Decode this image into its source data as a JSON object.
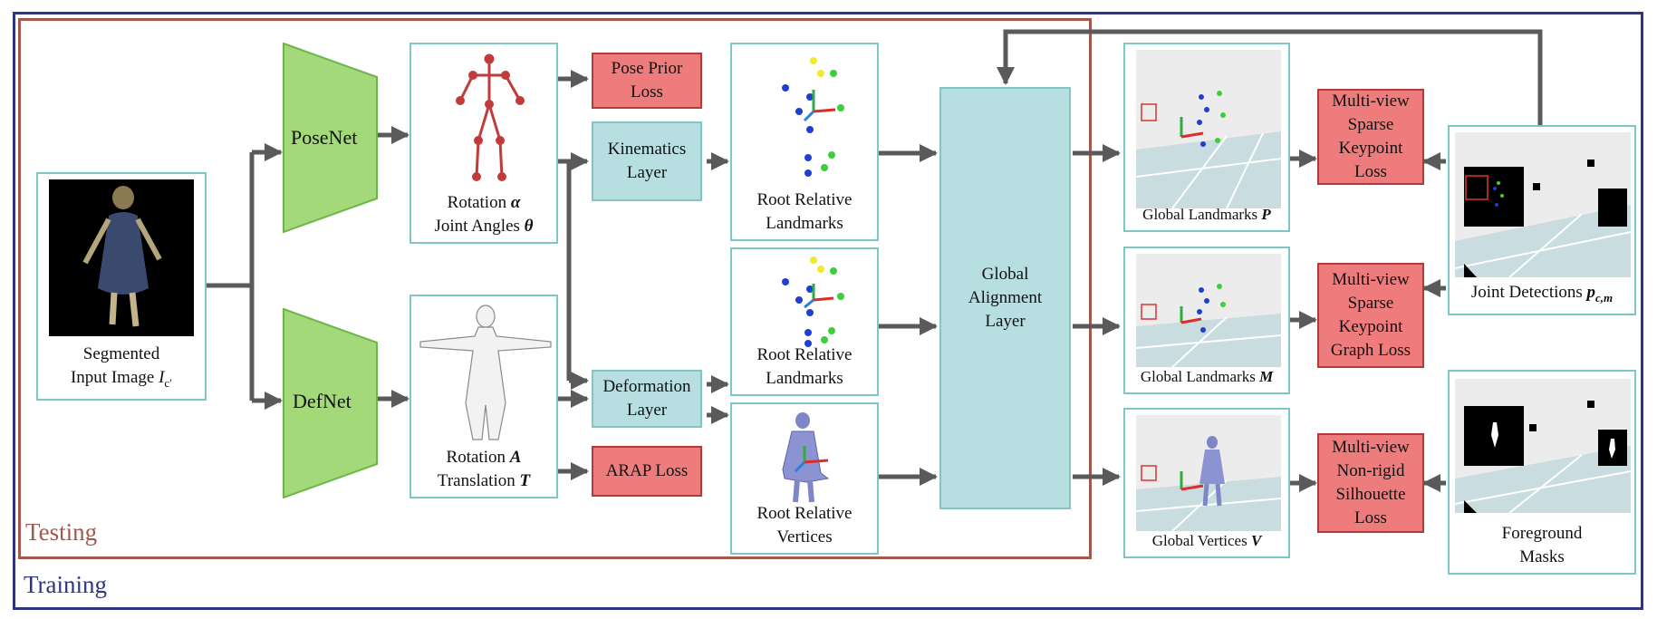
{
  "frames": {
    "testing": "Testing",
    "training": "Training"
  },
  "input": {
    "line1": "Segmented",
    "line2": "Input Image ",
    "symbol": "I",
    "sub": "c′"
  },
  "nets": {
    "posenet": "PoseNet",
    "defnet": "DefNet"
  },
  "pose_out": {
    "line1": "Rotation ",
    "sym1": "α",
    "line2": "Joint Angles ",
    "sym2": "θ"
  },
  "def_out": {
    "line1": "Rotation ",
    "sym1": "A",
    "line2": "Translation ",
    "sym2": "T"
  },
  "losses": {
    "pose_prior": [
      "Pose Prior",
      "Loss"
    ],
    "arap": [
      "ARAP Loss"
    ],
    "sparse": [
      "Multi-view",
      "Sparse",
      "Keypoint",
      "Loss"
    ],
    "graph": [
      "Multi-view",
      "Sparse",
      "Keypoint",
      "Graph Loss"
    ],
    "silhouette": [
      "Multi-view",
      "Non-rigid",
      "Silhouette",
      "Loss"
    ]
  },
  "layers": {
    "kinematics": [
      "Kinematics",
      "Layer"
    ],
    "deformation": [
      "Deformation",
      "Layer"
    ],
    "global": [
      "Global",
      "Alignment",
      "Layer"
    ]
  },
  "root": {
    "landmarks1": [
      "Root Relative",
      "Landmarks"
    ],
    "landmarks2": [
      "Root Relative",
      "Landmarks"
    ],
    "vertices": [
      "Root Relative",
      "Vertices"
    ]
  },
  "global_out": {
    "p": {
      "text": "Global Landmarks ",
      "sym": "P"
    },
    "m": {
      "text": "Global Landmarks ",
      "sym": "M"
    },
    "v": {
      "text": "Global Vertices ",
      "sym": "V"
    }
  },
  "detections": {
    "text": "Joint Detections ",
    "sym": "p",
    "sub": "c,m"
  },
  "masks": [
    "Foreground",
    "Masks"
  ],
  "colors": {
    "testing": "#a3574d",
    "training": "#2e3582",
    "net": "#a3d979",
    "teal": "#b7dfe1",
    "loss": "#ef7c7c",
    "arrow": "#5a5a5a"
  }
}
